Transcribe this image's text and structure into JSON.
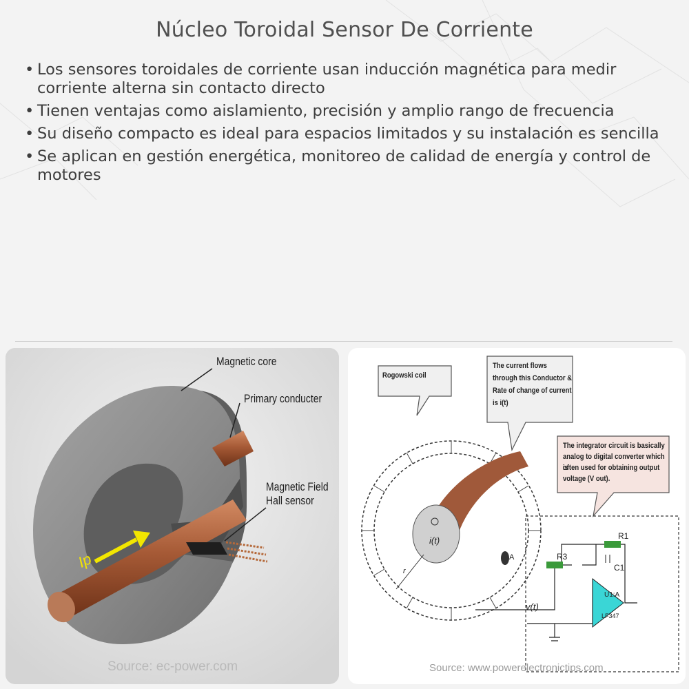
{
  "page": {
    "title": "Núcleo Toroidal Sensor De Corriente",
    "bullet_glyph": "•",
    "bullets": [
      "Los sensores toroidales de corriente usan inducción magnética para medir corriente alterna sin contacto directo",
      "Tienen ventajas como aislamiento, precisión y amplio rango de frecuencia",
      "Su diseño compacto es ideal para espacios limitados y su instalación es sencilla",
      "Se aplican en gestión energética, monitoreo de calidad de energía y control de motores"
    ]
  },
  "left_figure": {
    "labels": {
      "magnetic_core": "Magnetic core",
      "primary_conductor": "Primary conducter",
      "hall_line1": "Magnetic Field",
      "hall_line2": "Hall sensor",
      "ip": "Ip"
    },
    "source": "Source: ec-power.com",
    "colors": {
      "core": "#8a8a8a",
      "conductor": "#a0593a",
      "arrow": "#f2e600"
    }
  },
  "right_figure": {
    "callouts": {
      "rogowski": "Rogowski coil",
      "current_line1": "The  current  flows",
      "current_line2": "through this Conductor  &",
      "current_line3": "Rate of change of current",
      "current_line4": "is i(t)",
      "integrator_line1": "The integrator circuit is basically",
      "integrator_line2": "analog to digital converter which is",
      "integrator_line3": "often used for obtaining output",
      "integrator_line4": "voltage (V out)."
    },
    "labels": {
      "it": "i(t)",
      "vt": "v(t)",
      "r1": "R1",
      "r3": "R3",
      "c1": "C1",
      "u1a": "U1:A",
      "chip": "LF347",
      "a": "A",
      "r": "r"
    },
    "source": "Source: www.powerelectronictips.com",
    "colors": {
      "conductor": "#a0593a",
      "callout1": "#f0f0f0",
      "callout2": "#f6e4e0"
    }
  }
}
